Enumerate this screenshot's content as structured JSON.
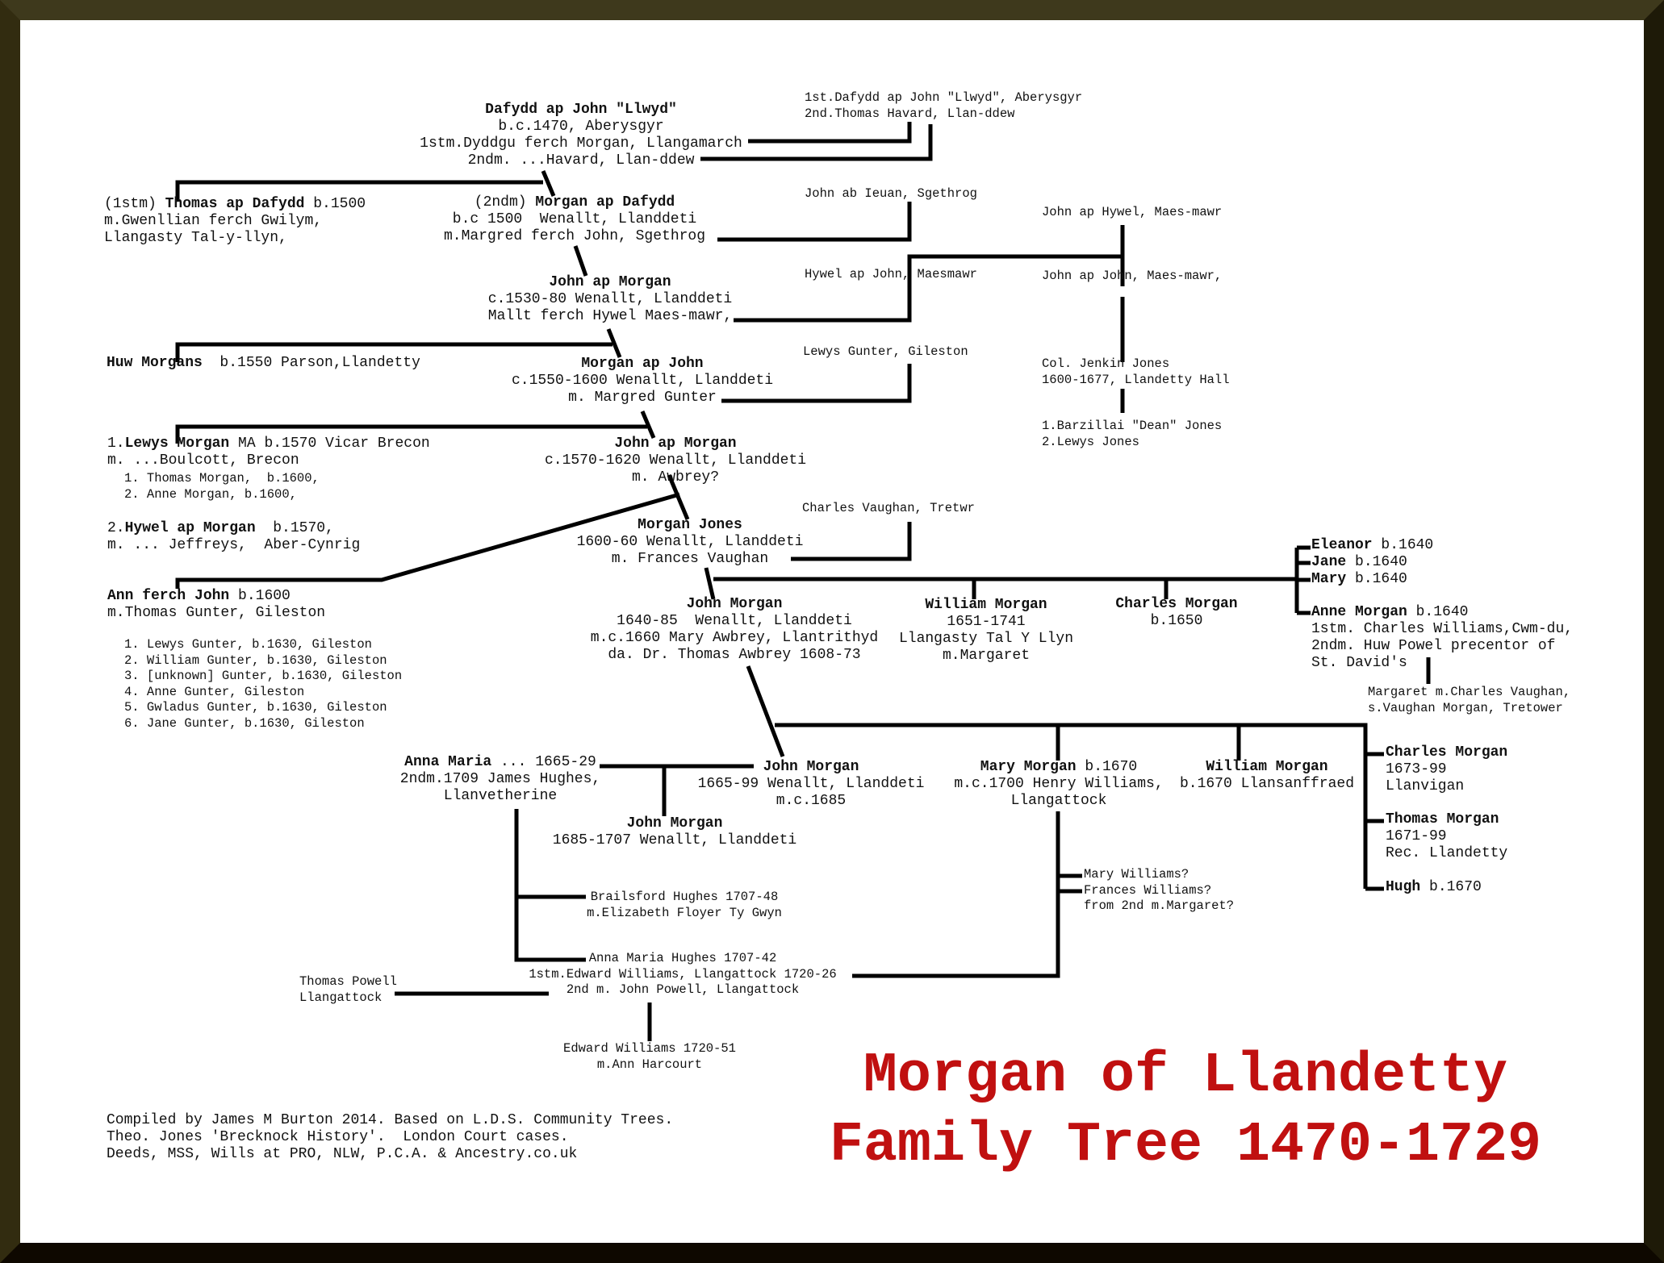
{
  "title": {
    "line1": "Morgan of Llandetty",
    "line2": "Family Tree 1470-1729"
  },
  "credits": [
    "Compiled by James M Burton 2014. Based on L.D.S. Community Trees.",
    "Theo. Jones 'Brecknock History'.  London Court cases.",
    "Deeds, MSS, Wills at PRO, NLW, P.C.A. & Ancestry.co.uk"
  ],
  "colors": {
    "title": "#c01010",
    "lines": "#000000"
  },
  "persons": {
    "dafydd_ap_john": {
      "lines": [
        {
          "bold": "Dafydd ap John \"Llwyd\""
        },
        "b.c.1470, Aberysgyr",
        "1stm.Dyddgu ferch Morgan, Llangamarch",
        "2ndm. ...Havard, Llan-ddew"
      ]
    },
    "havard_note": {
      "lines": [
        "1st.Dafydd ap John \"Llwyd\", Aberysgyr",
        "2nd.Thomas Havard, Llan-ddew"
      ]
    },
    "thomas_ap_dafydd": {
      "lines": [
        {
          "pre": "(1stm) ",
          "bold": "Thomas ap Dafydd",
          "post": " b.1500"
        },
        "m.Gwenllian ferch Gwilym,",
        "Llangasty Tal-y-llyn,"
      ]
    },
    "morgan_ap_dafydd": {
      "lines": [
        {
          "pre": "(2ndm) ",
          "bold": "Morgan ap Dafydd"
        },
        "b.c 1500  Wenallt, Llanddeti",
        "m.Margred ferch John, Sgethrog"
      ]
    },
    "john_ab_ieuan": {
      "lines": [
        "John ab Ieuan, Sgethrog"
      ]
    },
    "john_ap_hywel": {
      "lines": [
        "John ap Hywel, Maes-mawr"
      ]
    },
    "john_ap_morgan_1530": {
      "lines": [
        {
          "bold": "John ap Morgan"
        },
        "c.1530-80 Wenallt, Llanddeti",
        "Mallt ferch Hywel Maes-mawr,"
      ]
    },
    "hywel_ap_john": {
      "lines": [
        "Hywel ap John, Maesmawr"
      ]
    },
    "john_ap_john": {
      "lines": [
        "John ap John, Maes-mawr,"
      ]
    },
    "huw_morgans": {
      "lines": [
        {
          "bold": "Huw Morgans",
          "post": "  b.1550 Parson,Llandetty"
        }
      ]
    },
    "morgan_ap_john": {
      "lines": [
        {
          "bold": "Morgan ap John"
        },
        "c.1550-1600 Wenallt, Llanddeti",
        "m. Margred Gunter"
      ]
    },
    "lewys_gunter": {
      "lines": [
        "Lewys Gunter, Gileston"
      ]
    },
    "jenkin_jones": {
      "lines": [
        "Col. Jenkin Jones",
        "1600-1677, Llandetty Hall"
      ]
    },
    "jones_children": {
      "lines": [
        "1.Barzillai \"Dean\" Jones",
        "2.Lewys Jones"
      ]
    },
    "lewys_morgan": {
      "lines": [
        {
          "pre": "1.",
          "bold": "Lewys Morgan",
          "post": " MA b.1570 Vicar Brecon"
        },
        "m. ...Boulcott, Brecon"
      ]
    },
    "lewys_children": {
      "lines": [
        "1. Thomas Morgan,  b.1600,",
        "2. Anne Morgan, b.1600,"
      ]
    },
    "hywel_ap_morgan": {
      "lines": [
        {
          "pre": "2.",
          "bold": "Hywel ap Morgan",
          "post": "  b.1570,"
        },
        "m. ... Jeffreys,  Aber-Cynrig"
      ]
    },
    "john_ap_morgan_1570": {
      "lines": [
        {
          "bold": "John ap Morgan"
        },
        "c.1570-1620 Wenallt, Llanddeti",
        "m. Awbrey?"
      ]
    },
    "charles_vaughan": {
      "lines": [
        "Charles Vaughan, Tretwr"
      ]
    },
    "morgan_jones": {
      "lines": [
        {
          "bold": "Morgan Jones"
        },
        "1600-60 Wenallt, Llanddeti",
        "m. Frances Vaughan"
      ]
    },
    "ann_ferch_john": {
      "lines": [
        {
          "bold": "Ann ferch John",
          "post": " b.1600"
        },
        "m.Thomas Gunter, Gileston"
      ]
    },
    "gunter_children": {
      "lines": [
        "1. Lewys Gunter, b.1630, Gileston",
        "2. William Gunter, b.1630, Gileston",
        "3. [unknown] Gunter, b.1630, Gileston",
        "4. Anne Gunter, Gileston",
        "5. Gwladus Gunter, b.1630, Gileston",
        "6. Jane Gunter, b.1630, Gileston"
      ]
    },
    "john_morgan_1640": {
      "lines": [
        {
          "bold": "John Morgan"
        },
        "1640-85  Wenallt, Llanddeti",
        "m.c.1660 Mary Awbrey, Llantrithyd",
        "da. Dr. Thomas Awbrey 1608-73"
      ]
    },
    "william_morgan_1651": {
      "lines": [
        {
          "bold": "William Morgan"
        },
        "1651-1741",
        "Llangasty Tal Y Llyn",
        "m.Margaret"
      ]
    },
    "charles_morgan_1650": {
      "lines": [
        {
          "bold": "Charles Morgan"
        },
        "b.1650"
      ]
    },
    "eleanor": {
      "lines": [
        {
          "bold": "Eleanor",
          "post": " b.1640"
        }
      ]
    },
    "jane": {
      "lines": [
        {
          "bold": "Jane",
          "post": " b.1640"
        }
      ]
    },
    "mary": {
      "lines": [
        {
          "bold": "Mary",
          "post": " b.1640"
        }
      ]
    },
    "anne_morgan": {
      "lines": [
        {
          "bold": "Anne Morgan",
          "post": " b.1640"
        },
        "1stm. Charles Williams,Cwm-du,",
        "2ndm. Huw Powel precentor of",
        "St. David's"
      ]
    },
    "margaret_vaughan": {
      "lines": [
        "Margaret m.Charles Vaughan,",
        "s.Vaughan Morgan, Tretower"
      ]
    },
    "anna_maria": {
      "lines": [
        {
          "bold": "Anna Maria",
          "post": " ... 1665-29"
        },
        "2ndm.1709 James Hughes,",
        "Llanvetherine"
      ]
    },
    "john_morgan_1665": {
      "lines": [
        {
          "bold": "John Morgan"
        },
        "1665-99 Wenallt, Llanddeti",
        "m.c.1685"
      ]
    },
    "john_morgan_1685": {
      "lines": [
        {
          "bold": "John Morgan"
        },
        "1685-1707 Wenallt, Llanddeti"
      ]
    },
    "mary_morgan_1670": {
      "lines": [
        {
          "bold": "Mary Morgan",
          "post": " b.1670"
        },
        "m.c.1700 Henry Williams,",
        "Llangattock"
      ]
    },
    "william_morgan_1670": {
      "lines": [
        {
          "bold": "William Morgan"
        },
        "b.1670 Llansanffraed"
      ]
    },
    "charles_morgan_1673": {
      "lines": [
        {
          "bold": "Charles Morgan"
        },
        "1673-99",
        "Llanvigan"
      ]
    },
    "thomas_morgan_1671": {
      "lines": [
        {
          "bold": "Thomas Morgan"
        },
        "1671-99",
        "Rec. Llandetty"
      ]
    },
    "hugh": {
      "lines": [
        {
          "bold": "Hugh",
          "post": " b.1670"
        }
      ]
    },
    "williams_children": {
      "lines": [
        "Mary Williams?",
        "Frances Williams?",
        "from 2nd m.Margaret?"
      ]
    },
    "brailsford_hughes": {
      "lines": [
        "Brailsford Hughes 1707-48",
        "m.Elizabeth Floyer Ty Gwyn"
      ]
    },
    "anna_maria_hughes": {
      "lines": [
        "Anna Maria Hughes 1707-42",
        "1stm.Edward Williams, Llangattock 1720-26",
        "2nd m. John Powell, Llangattock"
      ]
    },
    "thomas_powell": {
      "lines": [
        "Thomas Powell",
        "Llangattock"
      ]
    },
    "edward_williams": {
      "lines": [
        "Edward Williams 1720-51",
        "m.Ann Harcourt"
      ]
    }
  }
}
